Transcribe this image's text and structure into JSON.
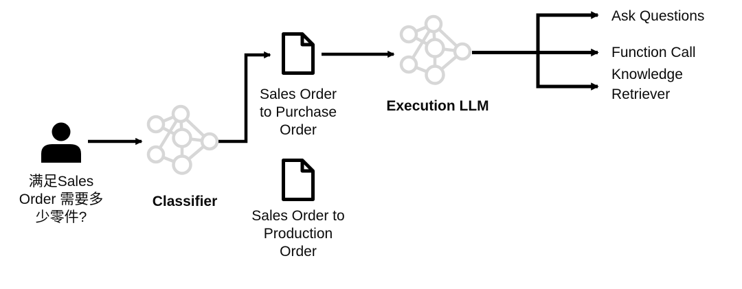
{
  "diagram": {
    "user": {
      "query": "满足Sales\nOrder 需要多\n少零件?"
    },
    "classifier": {
      "label": "Classifier"
    },
    "documents": [
      {
        "label": "Sales Order\nto Purchase\nOrder"
      },
      {
        "label": "Sales Order to\nProduction\nOrder"
      }
    ],
    "execution_llm": {
      "label": "Execution LLM"
    },
    "outputs": [
      {
        "label": "Ask Questions"
      },
      {
        "label": "Function Call"
      },
      {
        "label": "Knowledge\nRetriever"
      }
    ],
    "colors": {
      "line": "#000000",
      "nn_icon": "#d7d7d7",
      "background": "#ffffff",
      "text": "#0a0a0a"
    }
  }
}
